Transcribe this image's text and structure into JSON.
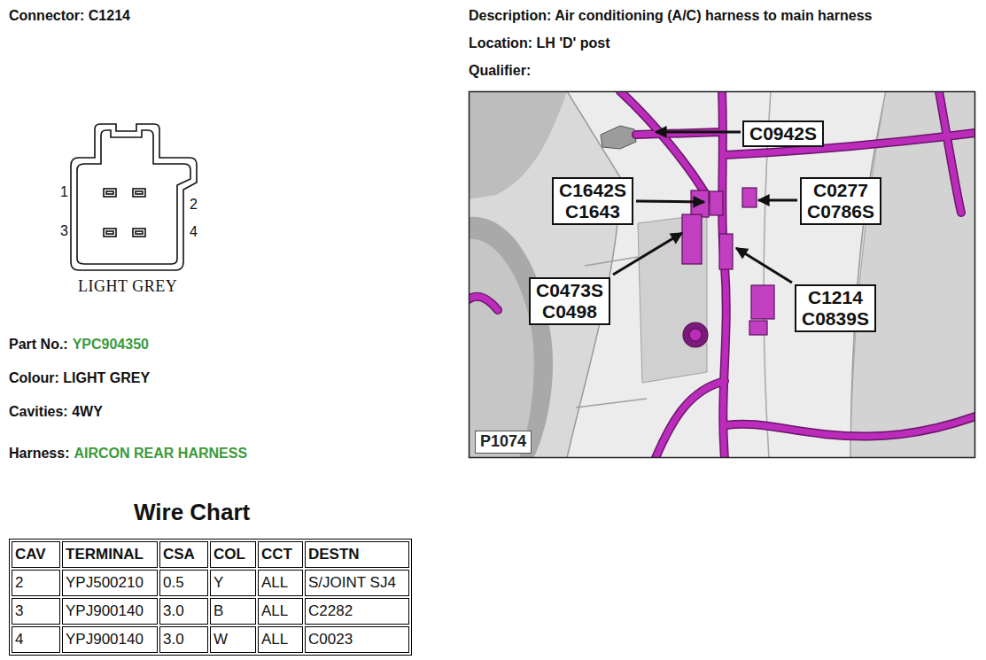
{
  "diagram": {
    "nodes": [
      {
        "text": [
          "C0942S"
        ]
      },
      {
        "text": [
          "C1642S C1643"
        ]
      },
      {
        "text": [
          "C0277 C0786S"
        ]
      },
      {
        "text": [
          "C0473S C0498"
        ]
      },
      {
        "text": [
          "C1214 C0839S"
        ]
      },
      {
        "text": [
          "P1074"
        ]
      }
    ],
    "labels": [
      "Connector: C1214",
      "Description: Air conditioning (A/C) harness to main harness",
      "Location: LH 'D' post",
      "Qualifier:",
      "1",
      "2",
      "3",
      "4",
      "LIGHT GREY",
      "Part No.:",
      "YPC904350",
      "Colour: LIGHT GREY",
      "Cavities: 4WY",
      "Harness:",
      "AIRCON REAR HARNESS",
      "Wire Chart",
      "CAV",
      "TERMINAL",
      "CSA",
      "COL",
      "CCT",
      "DESTN",
      "2",
      "YPJ500210",
      "0.5",
      "Y",
      "ALL",
      "S/JOINT SJ4",
      "3",
      "YPJ900140",
      "3.0",
      "B",
      "ALL",
      "C2282",
      "4",
      "YPJ900140",
      "3.0",
      "W",
      "ALL",
      "C0023"
    ]
  }
}
